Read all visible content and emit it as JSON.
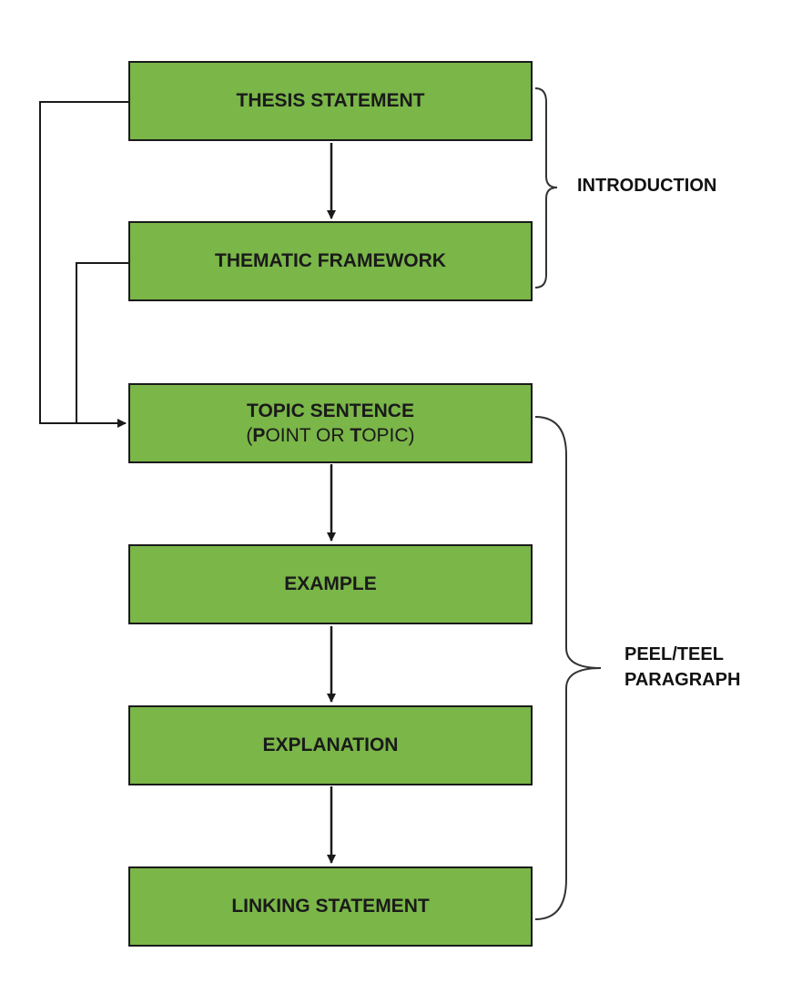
{
  "diagram": {
    "boxes": [
      {
        "id": "thesis",
        "text": "THESIS STATEMENT"
      },
      {
        "id": "thematic",
        "text": "THEMATIC FRAMEWORK"
      },
      {
        "id": "topic",
        "text": "TOPIC SENTENCE",
        "sub_prefix": "(",
        "sub_p": "P",
        "sub_mid": "OINT OR ",
        "sub_t": "T",
        "sub_suffix": "OPIC)"
      },
      {
        "id": "example",
        "text": "EXAMPLE"
      },
      {
        "id": "explanation",
        "text": "EXPLANATION"
      },
      {
        "id": "linking",
        "text": "LINKING STATEMENT"
      }
    ],
    "groups": {
      "introduction": "INTRODUCTION",
      "peel_line1": "PEEL/TEEL",
      "peel_line2": "PARAGRAPH"
    },
    "colors": {
      "box_fill": "#7ab648",
      "stroke": "#1a1a1a",
      "bracket": "#333333"
    }
  }
}
